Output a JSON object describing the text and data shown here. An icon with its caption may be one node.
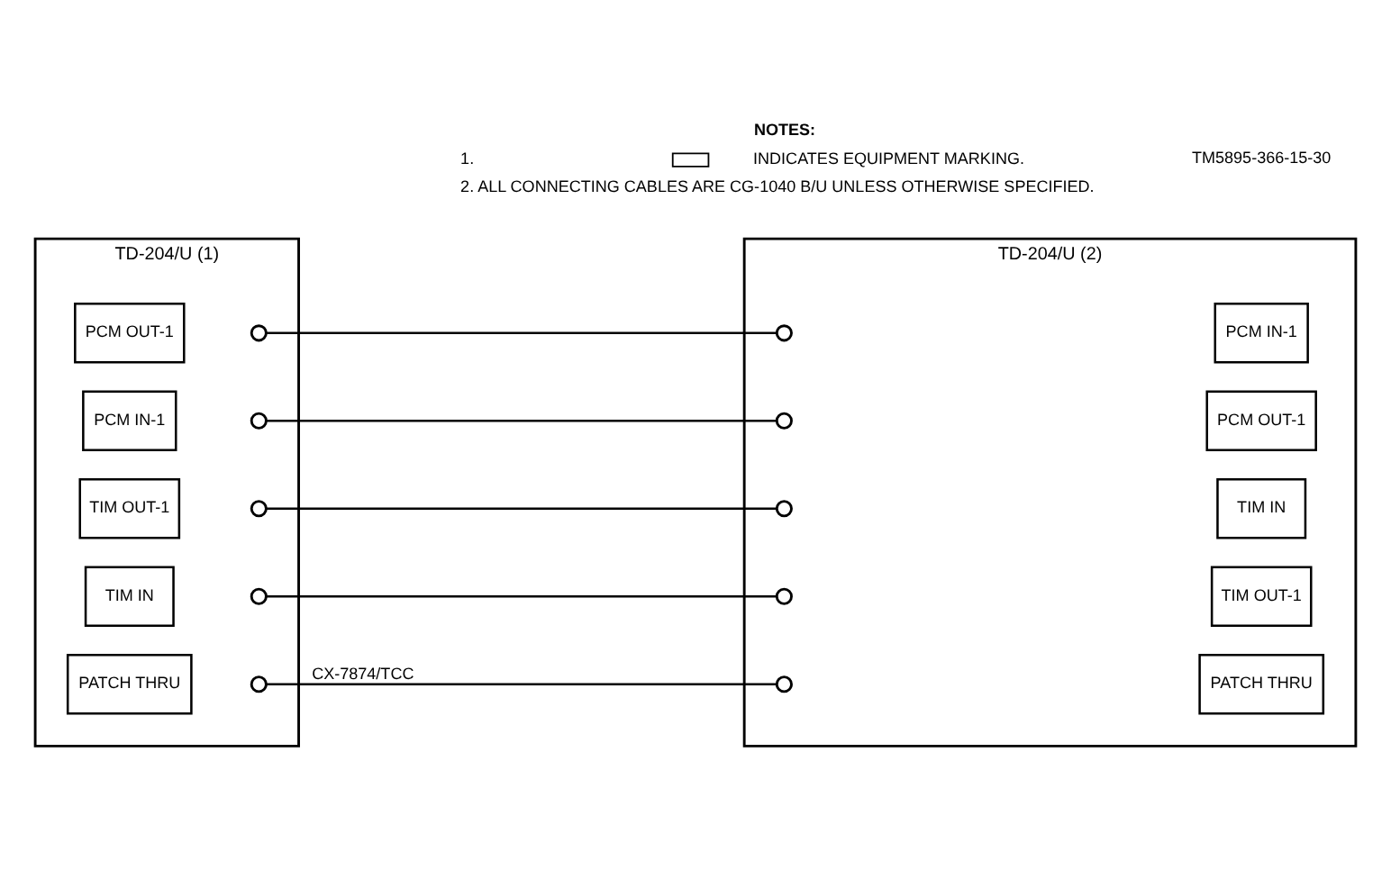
{
  "diagram": {
    "nodes": [
      {
        "text": [
          "TD-204/U (1)"
        ]
      },
      {
        "text": [
          "PCM OUT-1"
        ],
        "in": 0
      },
      {
        "text": [
          "PCM IN-1"
        ],
        "in": 0
      },
      {
        "text": [
          "TIM OUT-1"
        ],
        "in": 0
      },
      {
        "text": [
          "TIM IN"
        ],
        "in": 0
      },
      {
        "text": [
          "PATCH THRU"
        ],
        "in": 0
      },
      {
        "text": [],
        "shape": "circle",
        "in": 0
      },
      {
        "text": [],
        "shape": "circle",
        "in": 0
      },
      {
        "text": [],
        "shape": "circle",
        "in": 0
      },
      {
        "text": [],
        "shape": "circle",
        "in": 0
      },
      {
        "text": [],
        "shape": "circle",
        "in": 0
      },
      {
        "text": [
          "TD-204/U (2)"
        ]
      },
      {
        "text": [
          "PCM IN-1"
        ],
        "in": 11
      },
      {
        "text": [
          "PCM OUT-1"
        ],
        "in": 11
      },
      {
        "text": [
          "TIM IN"
        ],
        "in": 11
      },
      {
        "text": [
          "TIM OUT-1"
        ],
        "in": 11
      },
      {
        "text": [
          "PATCH THRU"
        ],
        "in": 11
      },
      {
        "text": [],
        "shape": "circle",
        "in": 11
      },
      {
        "text": [],
        "shape": "circle",
        "in": 11
      },
      {
        "text": [],
        "shape": "circle",
        "in": 11
      },
      {
        "text": [],
        "shape": "circle",
        "in": 11
      },
      {
        "text": [],
        "shape": "circle",
        "in": 11
      }
    ],
    "edges": [
      {
        "from": 6,
        "to": 17,
        "arrow": "none"
      },
      {
        "from": 7,
        "to": 18,
        "arrow": "none"
      },
      {
        "from": 8,
        "to": 19,
        "arrow": "none"
      },
      {
        "from": 9,
        "to": 20,
        "arrow": "none"
      },
      {
        "from": 10,
        "to": 21,
        "arrow": "none",
        "label": "CX-7874/TCC"
      }
    ],
    "labels": [
      "NOTES:",
      "1.",
      "INDICATES EQUIPMENT MARKING.",
      "2. ALL CONNECTING CABLES ARE CG-1040 B/U UNLESS OTHERWISE SPECIFIED.",
      "TM5895-366-15-30"
    ]
  }
}
